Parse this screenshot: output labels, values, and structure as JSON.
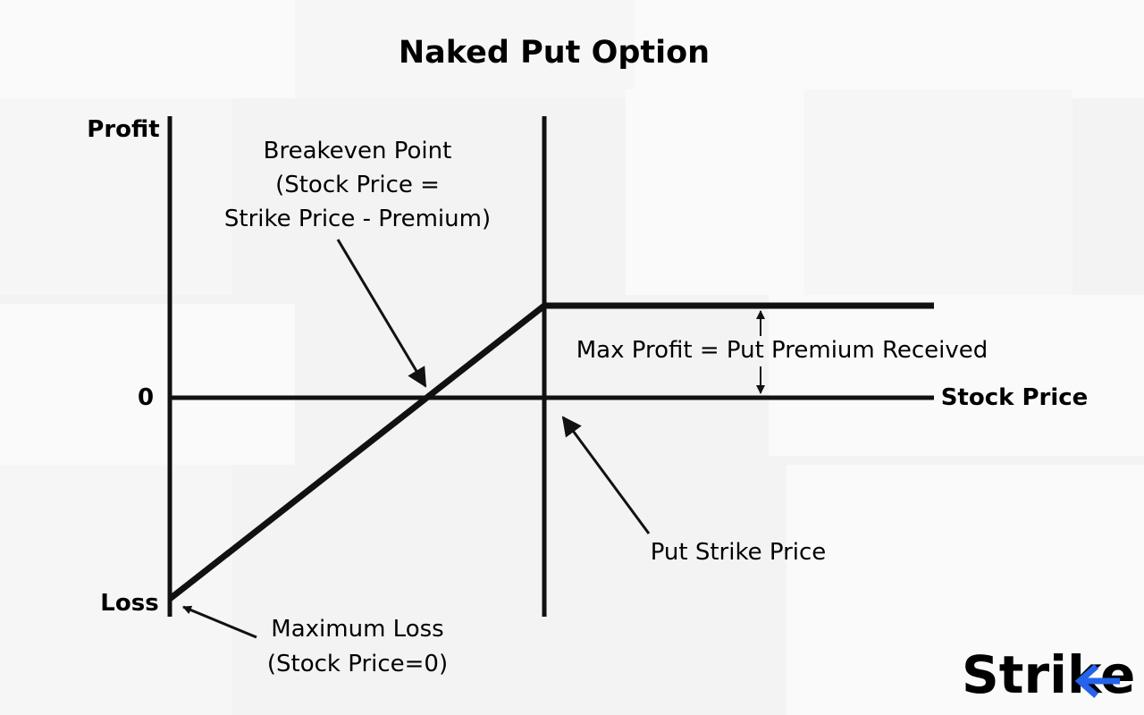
{
  "title": "Naked Put Option",
  "axes": {
    "y_top": "Profit",
    "y_bottom": "Loss",
    "zero": "0",
    "x_label": "Stock Price"
  },
  "annotations": {
    "breakeven": {
      "line1": "Breakeven Point",
      "line2": "(Stock Price =",
      "line3": "Strike Price - Premium)"
    },
    "max_profit": "Max Profit = Put Premium Received",
    "strike": "Put Strike Price",
    "max_loss": {
      "line1": "Maximum Loss",
      "line2": "(Stock Price=0)"
    }
  },
  "logo": {
    "text": "Strike",
    "accent_color": "#2563eb"
  },
  "colors": {
    "line": "#111111",
    "background": "#f3f3f3"
  }
}
